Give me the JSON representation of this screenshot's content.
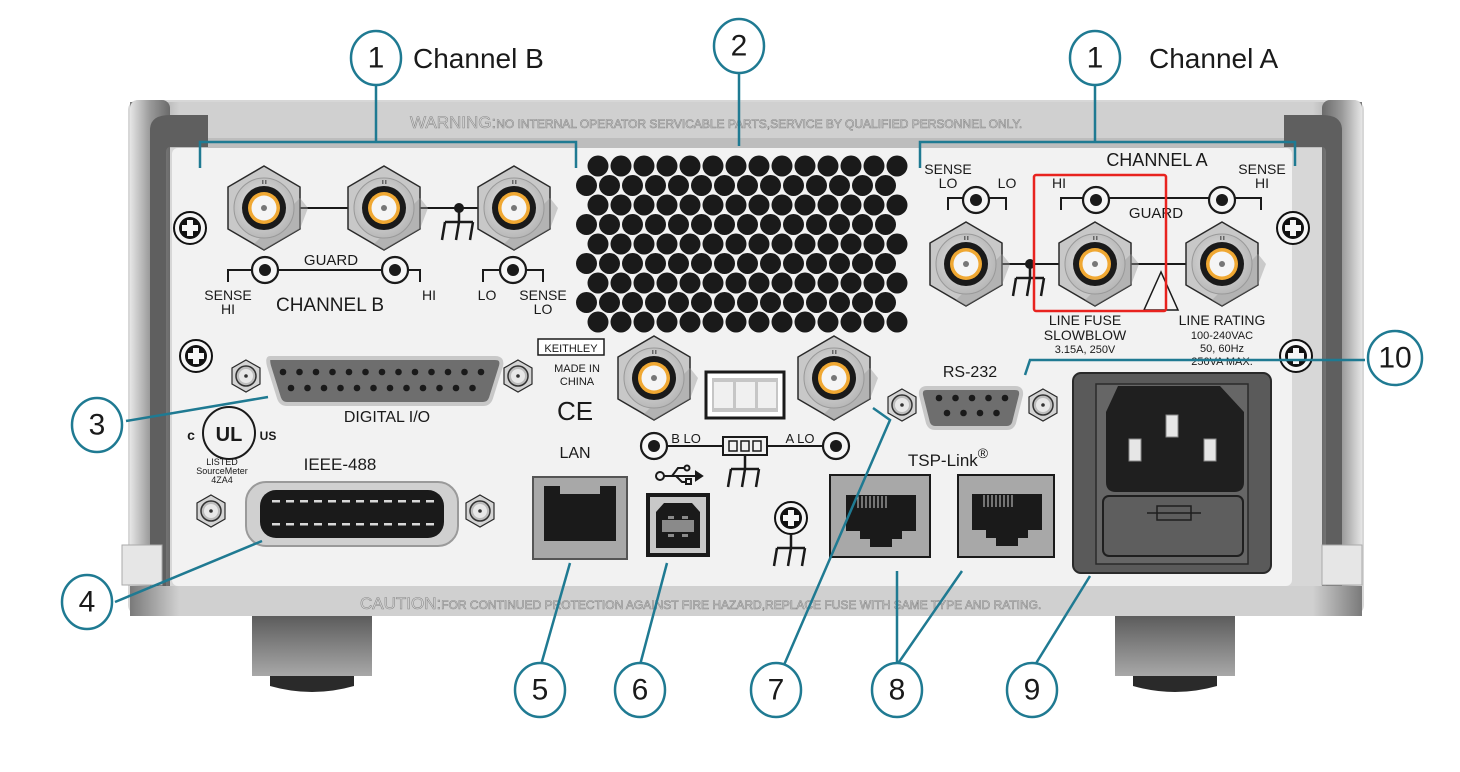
{
  "figure": {
    "device": "Keithley SourceMeter rear panel",
    "headers": {
      "channel_b": "Channel B",
      "channel_a": "Channel A"
    },
    "callouts": [
      {
        "number": "1",
        "target": "Channel B connectors"
      },
      {
        "number": "2",
        "target": "Cooling vent"
      },
      {
        "number": "1",
        "target": "Channel A connectors"
      },
      {
        "number": "3",
        "target": "Digital I/O port"
      },
      {
        "number": "4",
        "target": "IEEE-488 port"
      },
      {
        "number": "5",
        "target": "LAN port"
      },
      {
        "number": "6",
        "target": "USB port"
      },
      {
        "number": "7",
        "target": "Interlock / chassis ground"
      },
      {
        "number": "8",
        "target": "TSP-Link ports"
      },
      {
        "number": "9",
        "target": "Power module"
      },
      {
        "number": "10",
        "target": "RS-232 port"
      }
    ],
    "warning": {
      "prefix": "WARNING:",
      "text": "NO INTERNAL OPERATOR SERVICABLE PARTS,SERVICE BY QUALIFIED PERSONNEL ONLY."
    },
    "caution": {
      "prefix": "CAUTION:",
      "text": "FOR CONTINUED PROTECTION AGAINST FIRE HAZARD,REPLACE FUSE WITH SAME TYPE AND RATING."
    },
    "channel_b": {
      "name": "CHANNEL B",
      "guard": "GUARD",
      "sense_hi_1": "SENSE",
      "sense_hi_2": "HI",
      "hi": "HI",
      "lo": "LO",
      "sense_lo_1": "SENSE",
      "sense_lo_2": "LO"
    },
    "channel_a": {
      "name": "CHANNEL A",
      "guard": "GUARD",
      "sense_lo_1": "SENSE",
      "sense_lo_2": "LO",
      "lo": "LO",
      "hi": "HI",
      "sense_hi_1": "SENSE",
      "sense_hi_2": "HI"
    },
    "fuse": {
      "line1": "LINE FUSE",
      "line2": "SLOWBLOW",
      "line3": "3.15A, 250V"
    },
    "rating": {
      "line1": "LINE RATING",
      "line2": "100-240VAC",
      "line3": "50, 60Hz",
      "line4": "250VA MAX."
    },
    "ports": {
      "digital_io": "DIGITAL I/O",
      "ieee": "IEEE-488",
      "lan": "LAN",
      "rs232": "RS-232",
      "tsp_link": "TSP-Link",
      "tsp_reg": "®",
      "b_lo": "B  LO",
      "a_lo": "A  LO"
    },
    "branding": {
      "keithley": "KEITHLEY",
      "made_in_1": "MADE IN",
      "made_in_2": "CHINA",
      "ce": "CE"
    },
    "ul": {
      "c": "c",
      "ul": "UL",
      "us": "US",
      "listed": "LISTED",
      "product": "SourceMeter",
      "code": "4ZA4"
    },
    "colors": {
      "callout": "#1f7a92",
      "highlight": "#e8231f",
      "connector_orange": "#f0a832"
    }
  }
}
